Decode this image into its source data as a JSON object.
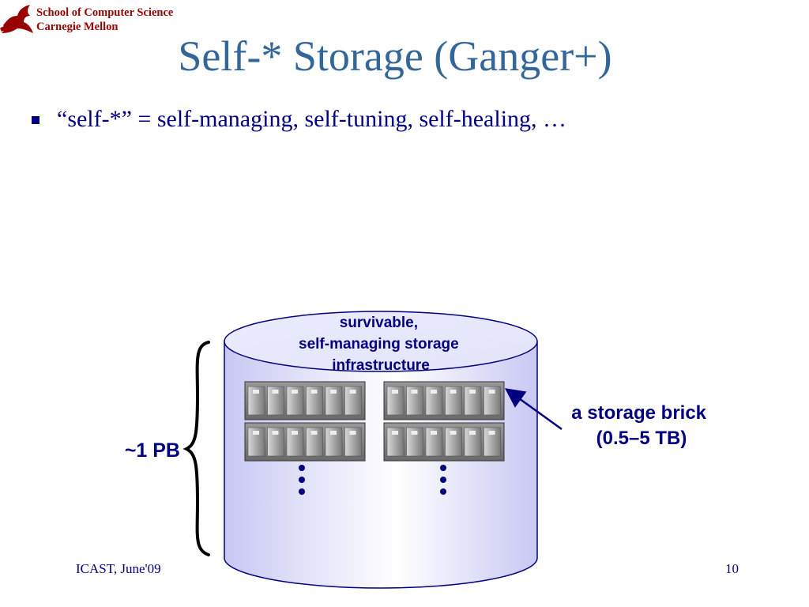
{
  "header": {
    "org_line1": "School of Computer Science",
    "org_line2": "Carnegie Mellon"
  },
  "title": "Self-* Storage (Ganger+)",
  "bullets": [
    {
      "text": "“self-*” = self-managing, self-tuning, self-healing, …"
    }
  ],
  "diagram": {
    "cylinder_label": [
      "survivable,",
      "self-managing storage",
      "infrastructure"
    ],
    "size_label": "~1 PB",
    "brick_label": [
      "a storage brick",
      "(0.5–5 TB)"
    ]
  },
  "footer": {
    "event": "ICAST, June'09",
    "page_number": "10"
  },
  "colors": {
    "title": "#336699",
    "text": "#000080",
    "logo": "#990000",
    "cylinder_fill": "#ccccff",
    "cylinder_stroke": "#000080"
  }
}
